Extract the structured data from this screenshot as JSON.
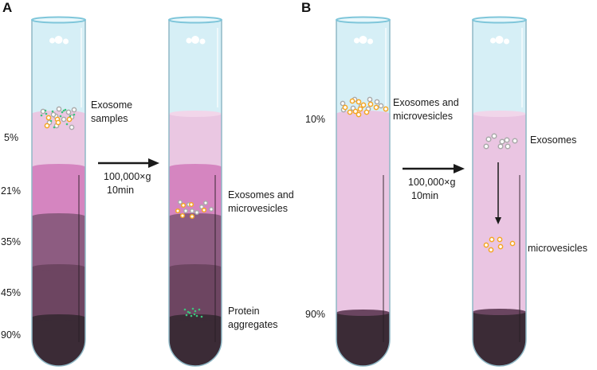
{
  "panels": {
    "a": {
      "letter": "A",
      "percent_labels": [
        "5%",
        "21%",
        "35%",
        "45%",
        "90%"
      ],
      "sample_label_line1": "Exosome",
      "sample_label_line2": "samples",
      "condition_line1": "100,000×g",
      "condition_line2": "10min",
      "band_label_line1": "Exosomes and",
      "band_label_line2": "microvesicles",
      "pellet_label_line1": "Protein",
      "pellet_label_line2": "aggregates"
    },
    "b": {
      "letter": "B",
      "percent_labels": [
        "10%",
        "90%"
      ],
      "sample_label_line1": "Exosomes and",
      "sample_label_line2": "microvesicles",
      "condition_line1": "100,000×g",
      "condition_line2": "10min",
      "exosome_label": "Exosomes",
      "microvesicle_label": "microvesicles"
    }
  },
  "colors": {
    "air": "#d6eff6",
    "rim": "#7fc6da",
    "layer_5": "#eac7e2",
    "layer_21": "#d585c0",
    "layer_35": "#8d5c81",
    "layer_45": "#6d4561",
    "layer_90": "#3b2b36",
    "b_gradient": "#eac5e2",
    "exosome": "#b8b8b8",
    "microvesicle": "#f5a623",
    "protein": "#3cc47c"
  }
}
